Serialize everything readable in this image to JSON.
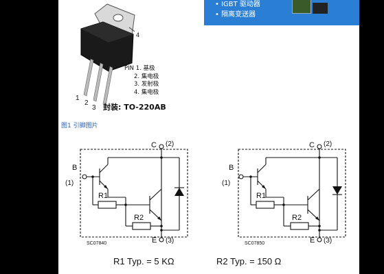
{
  "banner": {
    "line1": "• IGBT 驱动器",
    "line2": "• 隔离变送器"
  },
  "transistor": {
    "tab_pin": "4",
    "lead1": "1",
    "lead2": "2",
    "lead3": "3",
    "pins": [
      "PIN 1. 基极",
      "2. 集电极",
      "3. 发射极",
      "4. 集电极"
    ],
    "package": "封装: TO-220AB"
  },
  "figure_caption": "图1 引脚图片",
  "schematic_left": {
    "collector": "C",
    "collector_pin": "(2)",
    "base": "B",
    "base_pin": "(1)",
    "emitter": "E",
    "emitter_pin": "(3)",
    "r1": "R1",
    "r2": "R2",
    "code": "SC07840",
    "value_text": "R1 Typ. = 5 KΩ"
  },
  "schematic_right": {
    "collector": "C",
    "collector_pin": "(2)",
    "base": "B",
    "base_pin": "(1)",
    "emitter": "E",
    "emitter_pin": "(3)",
    "r1": "R1",
    "r2": "R2",
    "code": "SC07850",
    "value_text": "R2 Typ. = 150 Ω"
  }
}
